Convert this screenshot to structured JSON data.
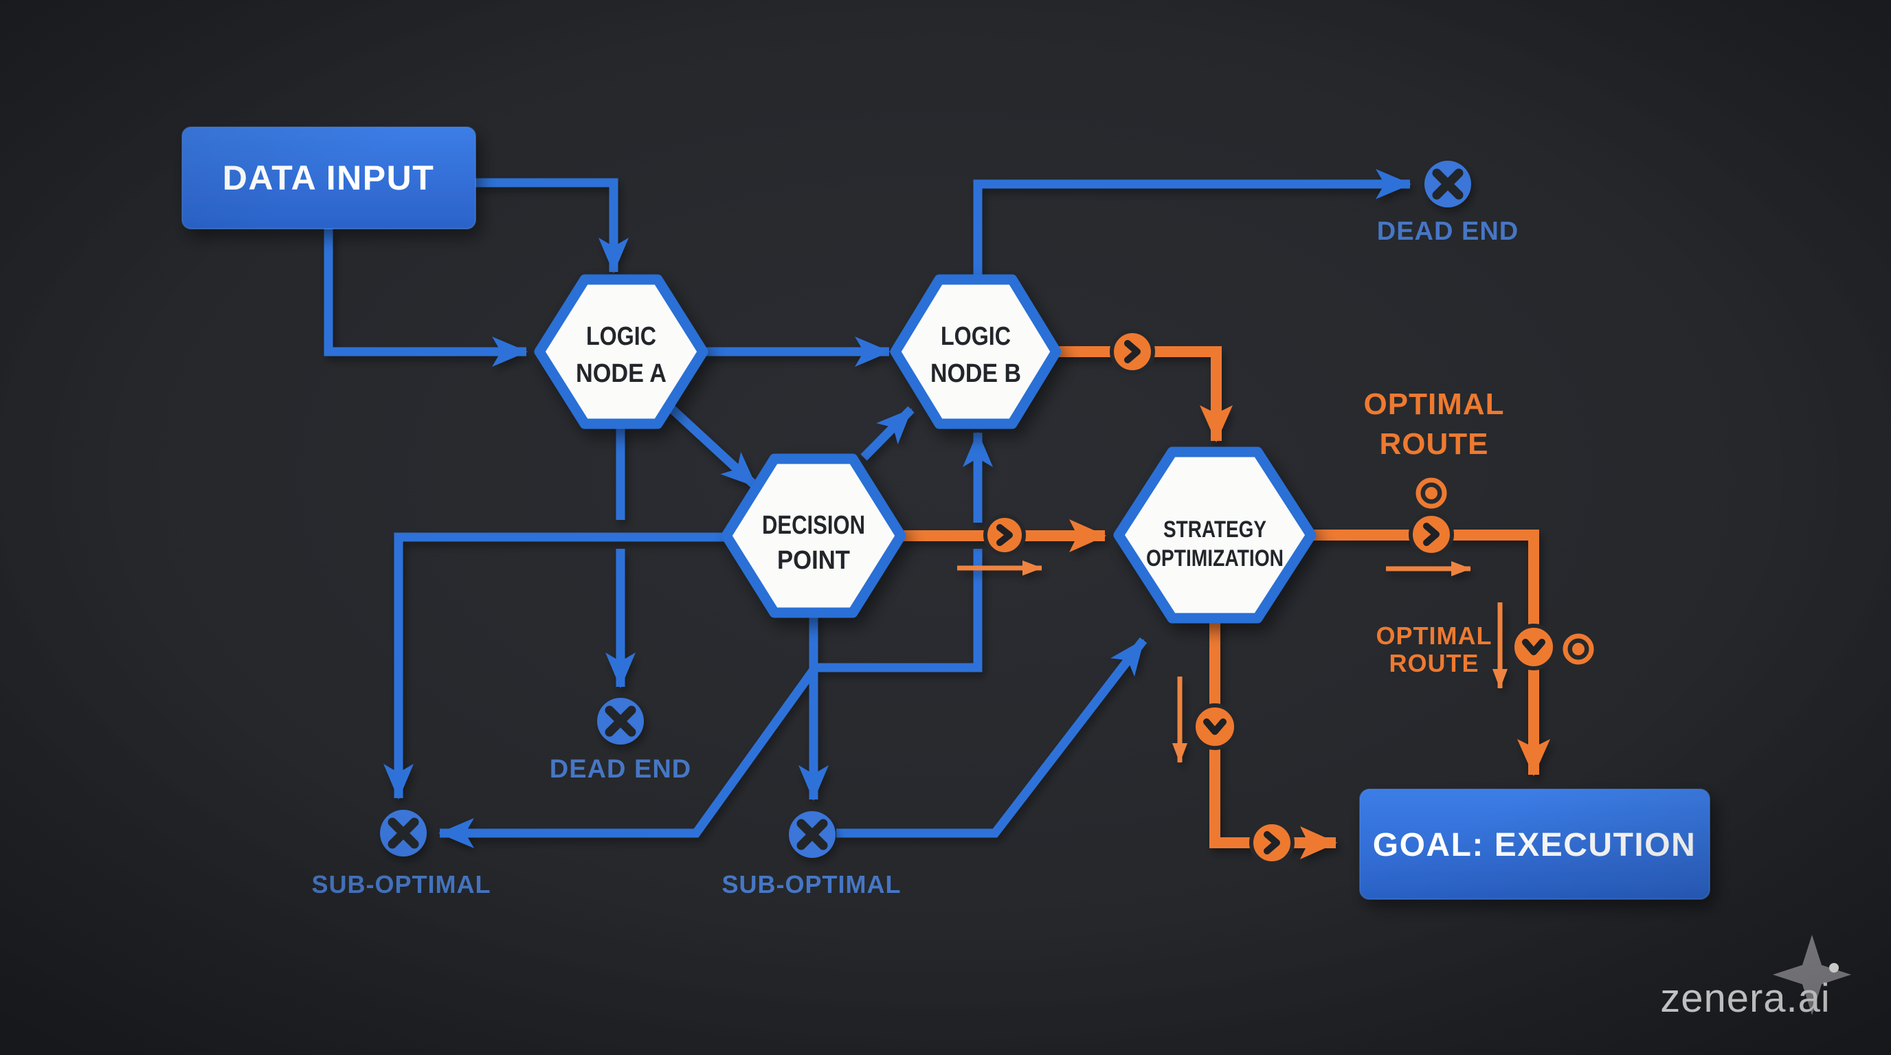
{
  "colors": {
    "bg": "#26282c",
    "blue": "#2f72d9",
    "blue-label": "#4677c5",
    "orange": "#ee7a30",
    "node-fill": "#fbfbfa",
    "node-border": "#2b6fd6",
    "text-dark": "#24262a",
    "text-white": "#ffffff",
    "logo-gray": "#ececee",
    "star-gray": "#8d8d92"
  },
  "icons": {
    "terminator": "x-circle-icon",
    "route_step": "chevron-circle-icon",
    "waypoint": "ring-icon",
    "brand": "sparkle-star-icon"
  },
  "nodes": {
    "data_input": {
      "label": "DATA INPUT"
    },
    "logic_a": {
      "line1": "LOGIC",
      "line2": "NODE A"
    },
    "logic_b": {
      "line1": "LOGIC",
      "line2": "NODE B"
    },
    "decision": {
      "line1": "DECISION",
      "line2": "POINT"
    },
    "strategy": {
      "line1": "STRATEGY",
      "line2": "OPTIMIZATION"
    },
    "goal": {
      "label": "GOAL: EXECUTION"
    }
  },
  "markers": {
    "dead_end_top": "DEAD END",
    "dead_end_mid": "DEAD END",
    "sub_optimal_left": "SUB-OPTIMAL",
    "sub_optimal_mid": "SUB-OPTIMAL",
    "optimal_route_top": {
      "line1": "OPTIMAL",
      "line2": "ROUTE"
    },
    "optimal_route_bottom": {
      "line1": "OPTIMAL",
      "line2": "ROUTE"
    }
  },
  "watermark": {
    "brand": "zenera.ai"
  }
}
